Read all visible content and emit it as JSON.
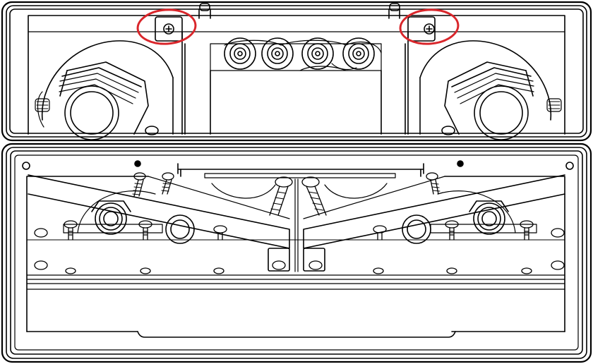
{
  "diagram": {
    "style": "black line-art technical illustration",
    "stroke_color": "#000000",
    "background_color": "#ffffff",
    "highlight_color": "#d9262b",
    "highlights": [
      {
        "name": "left-top-screw",
        "marks": "screw"
      },
      {
        "name": "right-top-screw",
        "marks": "screw"
      }
    ]
  }
}
